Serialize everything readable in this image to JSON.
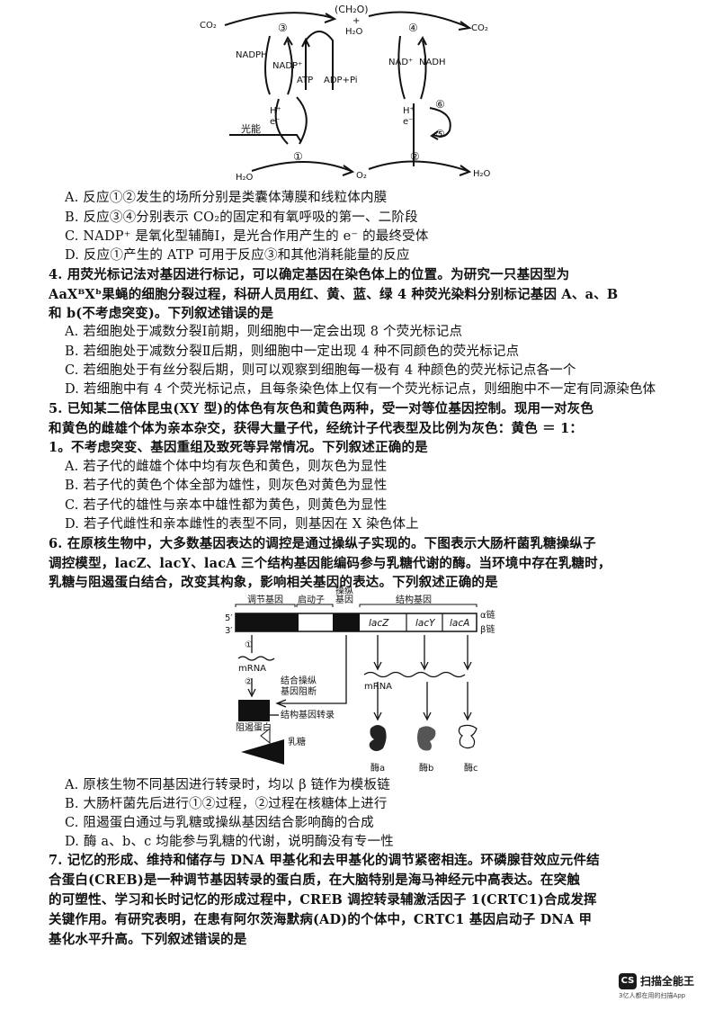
{
  "diagram1": {
    "labels": {
      "co2_left": "CO₂",
      "ch2o": "(CH₂O)",
      "plus_h2o": "+",
      "h2o_top": "H₂O",
      "co2_right": "CO₂",
      "circ3": "③",
      "circ4": "④",
      "nadph_left": "NADPH",
      "nadp_left": "NADP⁺",
      "atp": "ATP",
      "adp_pi": "ADP+Pi",
      "nad": "NAD⁺",
      "nadh": "NADH",
      "h_left": "H⁺",
      "e_left": "e⁻",
      "h_right": "H⁺",
      "e_right": "e⁻",
      "circ6": "⑥",
      "circ5": "⑤",
      "light_energy": "光能",
      "circ1": "①",
      "circ2": "②",
      "h2o_bottom": "H₂O",
      "o2": "O₂",
      "h2o_bottom_right": "H₂O"
    }
  },
  "lines": [
    "A. 反应①②发生的场所分别是类囊体薄膜和线粒体内膜",
    "B. 反应③④分别表示 CO₂的固定和有氧呼吸的第一、二阶段",
    "C. NADP⁺ 是氧化型辅酶Ⅰ，是光合作用产生的 e⁻ 的最终受体",
    "D. 反应①产生的 ATP 可用于反应③和其他消耗能量的反应",
    "4. 用荧光标记法对基因进行标记，可以确定基因在染色体上的位置。为研究一只基因型为",
    "AaXᴮXᵇ果蝇的细胞分裂过程，科研人员用红、黄、蓝、绿 4 种荧光染料分别标记基因 A、a、B",
    "和 b(不考虑突变)。下列叙述错误的是",
    "A. 若细胞处于减数分裂Ⅰ前期，则细胞中一定会出现 8 个荧光标记点",
    "B. 若细胞处于减数分裂Ⅱ后期，则细胞中一定出现 4 种不同颜色的荧光标记点",
    "C. 若细胞处于有丝分裂后期，则可以观察到细胞每一极有 4 种颜色的荧光标记点各一个",
    "D. 若细胞中有 4 个荧光标记点，且每条染色体上仅有一个荧光标记点，则细胞中不一定有同源染色体",
    "5. 已知某二倍体昆虫(XY 型)的体色有灰色和黄色两种，受一对等位基因控制。现用一对灰色",
    "和黄色的雌雄个体为亲本杂交，获得大量子代，经统计子代表型及比例为灰色：黄色 ＝ 1：",
    "1。不考虑突变、基因重组及致死等异常情况。下列叙述正确的是",
    "A. 若子代的雌雄个体中均有灰色和黄色，则灰色为显性",
    "B. 若子代的黄色个体全部为雄性，则灰色对黄色为显性",
    "C. 若子代的雄性与亲本中雄性都为黄色，则黄色为显性",
    "D. 若子代雌性和亲本雌性的表型不同，则基因在 X 染色体上",
    "6. 在原核生物中，大多数基因表达的调控是通过操纵子实现的。下图表示大肠杆菌乳糖操纵子",
    "调控模型，lacZ、lacY、lacA 三个结构基因能编码参与乳糖代谢的酶。当环境中存在乳糖时，",
    "乳糖与阻遏蛋白结合，改变其构象，影响相关基因的表达。下列叙述正确的是"
  ],
  "diagram2": {
    "labels": {
      "operator_top": "操纵",
      "regulator": "调节基因",
      "promoter": "启动子",
      "operator_bottom": "基因",
      "structural": "结构基因",
      "alpha": "α链",
      "beta": "β链",
      "five_prime": "5′",
      "three_prime": "3′",
      "lacZ": "lacZ",
      "lacY": "lacY",
      "lacA": "lacA",
      "step1": "①",
      "mrna_left": "mRNA",
      "step2": "②",
      "bind_line1": "结合操纵",
      "bind_line2": "基因阻断",
      "bind_line3": "结构基因转录",
      "repressor": "阻遏蛋白",
      "lactose": "乳糖",
      "mrna_right": "mRNA",
      "enzyme_a": "酶a",
      "enzyme_b": "酶b",
      "enzyme_c": "酶c"
    }
  },
  "lines2": [
    "A. 原核生物不同基因进行转录时，均以 β 链作为模板链",
    "B. 大肠杆菌先后进行①②过程，②过程在核糖体上进行",
    "C. 阻遏蛋白通过与乳糖或操纵基因结合影响酶的合成",
    "D. 酶 a、b、c 均能参与乳糖的代谢，说明酶没有专一性",
    "7. 记忆的形成、维持和储存与 DNA 甲基化和去甲基化的调节紧密相连。环磷腺苷效应元件结",
    "合蛋白(CREB)是一种调节基因转录的蛋白质，在大脑特别是海马神经元中高表达。在突触",
    "的可塑性、学习和长时记忆的形成过程中，CREB 调控转录辅激活因子 1(CRTC1)合成发挥",
    "关键作用。有研究表明，在患有阿尔茨海默病(AD)的个体中，CRTC1 基因启动子 DNA 甲",
    "基化水平升高。下列叙述错误的是"
  ],
  "watermark": {
    "badge": "CS",
    "name": "扫描全能王",
    "sub": "3亿人都在用的扫描App"
  }
}
